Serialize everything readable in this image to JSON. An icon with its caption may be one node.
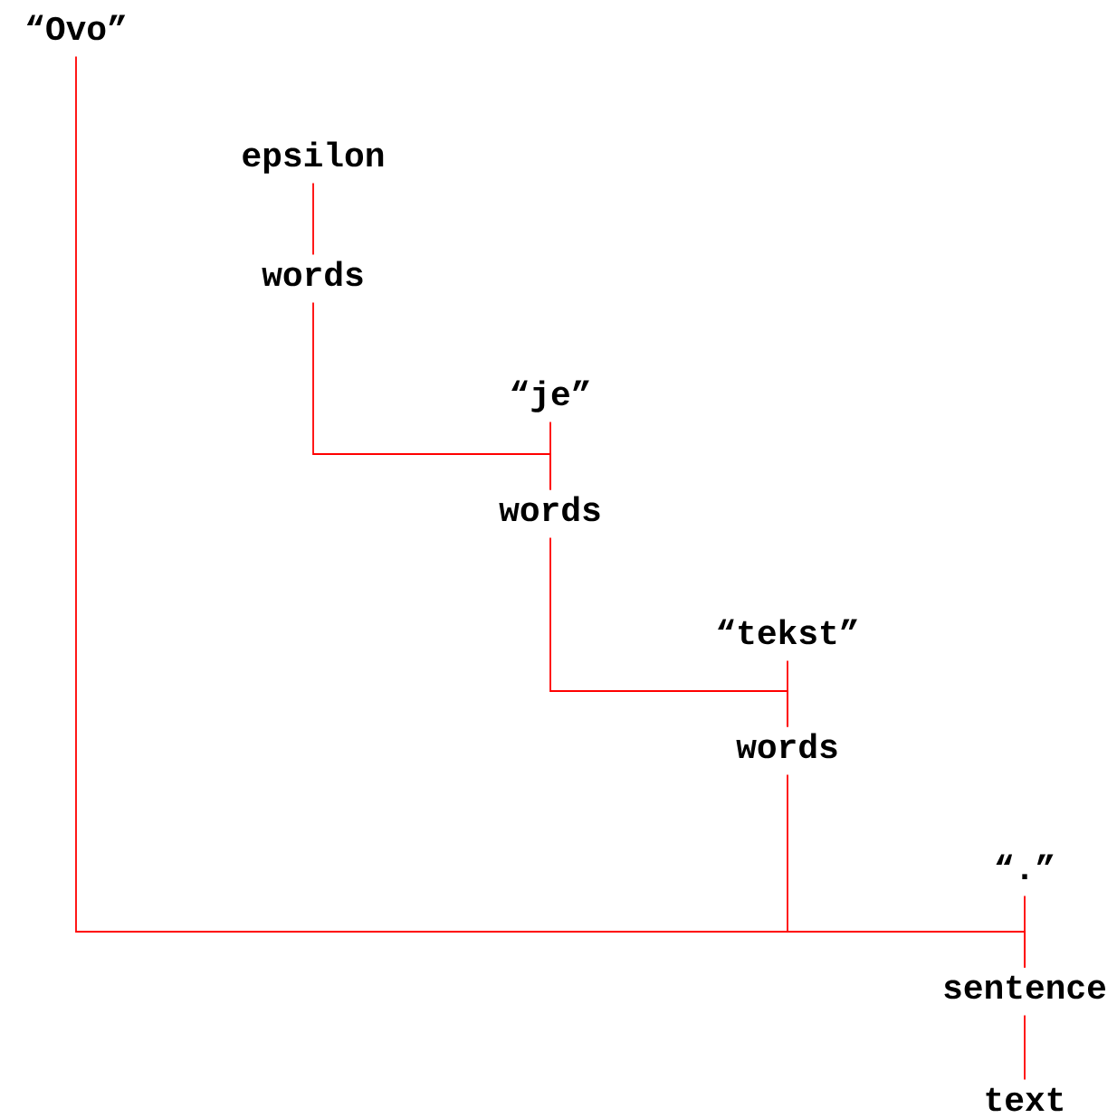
{
  "diagram": {
    "nodes": [
      {
        "text": [
          "“Ovo”"
        ]
      },
      {
        "text": [
          "epsilon"
        ]
      },
      {
        "text": [
          "words"
        ]
      },
      {
        "text": [
          "“je”"
        ]
      },
      {
        "text": [
          "words"
        ]
      },
      {
        "text": [
          "“tekst”"
        ]
      },
      {
        "text": [
          "words"
        ]
      },
      {
        "text": [
          "“.”"
        ]
      },
      {
        "text": [
          "sentence"
        ]
      },
      {
        "text": [
          "text"
        ]
      }
    ],
    "edges": [
      {
        "from": 1,
        "to": 2,
        "arrow": "none"
      },
      {
        "from": 2,
        "to": 4,
        "arrow": "none"
      },
      {
        "from": 3,
        "to": 4,
        "arrow": "none"
      },
      {
        "from": 4,
        "to": 6,
        "arrow": "none"
      },
      {
        "from": 5,
        "to": 6,
        "arrow": "none"
      },
      {
        "from": 0,
        "to": 8,
        "arrow": "none"
      },
      {
        "from": 6,
        "to": 8,
        "arrow": "none"
      },
      {
        "from": 7,
        "to": 8,
        "arrow": "none"
      },
      {
        "from": 8,
        "to": 9,
        "arrow": "none"
      }
    ]
  }
}
